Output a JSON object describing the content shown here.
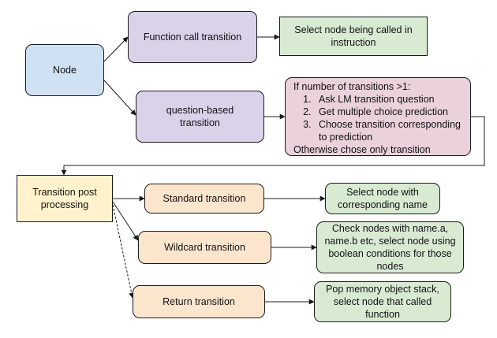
{
  "nodes": {
    "node": "Node",
    "function_call": "Function call transition",
    "question_based": "question-based transition",
    "select_called": "Select node being called in instruction",
    "question_logic": {
      "intro": "If number of transitions >1:",
      "steps": [
        "Ask LM transition question",
        "Get multiple choice prediction",
        "Choose transition corresponding to prediction"
      ],
      "otherwise": "Otherwise chose only transition"
    },
    "post_processing": "Transition post processing",
    "standard": "Standard transition",
    "standard_result": "Select node with corresponding name",
    "wildcard": "Wildcard transition",
    "wildcard_result": "Check nodes with name.a, name.b etc, select node using boolean conditions for those nodes",
    "return": "Return transition",
    "return_result": "Pop memory object stack, select node that called function"
  },
  "colors": {
    "node": "#cfe2f3",
    "transition": "#d9d2e9",
    "result": "#d9ead3",
    "question_logic": "#ead1dc",
    "post_processing": "#fff2cc",
    "post_transition": "#fce5cd",
    "edge": "#1a1a1a"
  }
}
